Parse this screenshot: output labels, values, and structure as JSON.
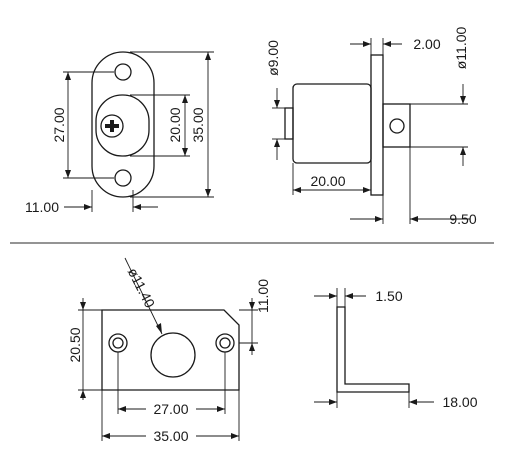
{
  "colors": {
    "line": "#1a1a1a",
    "background": "#ffffff",
    "separator": "#555555"
  },
  "views": {
    "front": {
      "height_outer": "35.00",
      "height_inner": "20.00",
      "hole_spacing": "27.00",
      "width": "11.00"
    },
    "side": {
      "body_diameter": "ø9.00",
      "plate_thickness": "2.00",
      "bolt_diameter": "ø11.00",
      "body_length": "20.00",
      "bolt_length": "9.50"
    },
    "bracket_plan": {
      "hole_diameter": "ø11.40",
      "height": "20.50",
      "top_offset": "11.00",
      "hole_spacing": "27.00",
      "width": "35.00"
    },
    "bracket_profile": {
      "thickness": "1.50",
      "leg_length": "18.00"
    }
  }
}
